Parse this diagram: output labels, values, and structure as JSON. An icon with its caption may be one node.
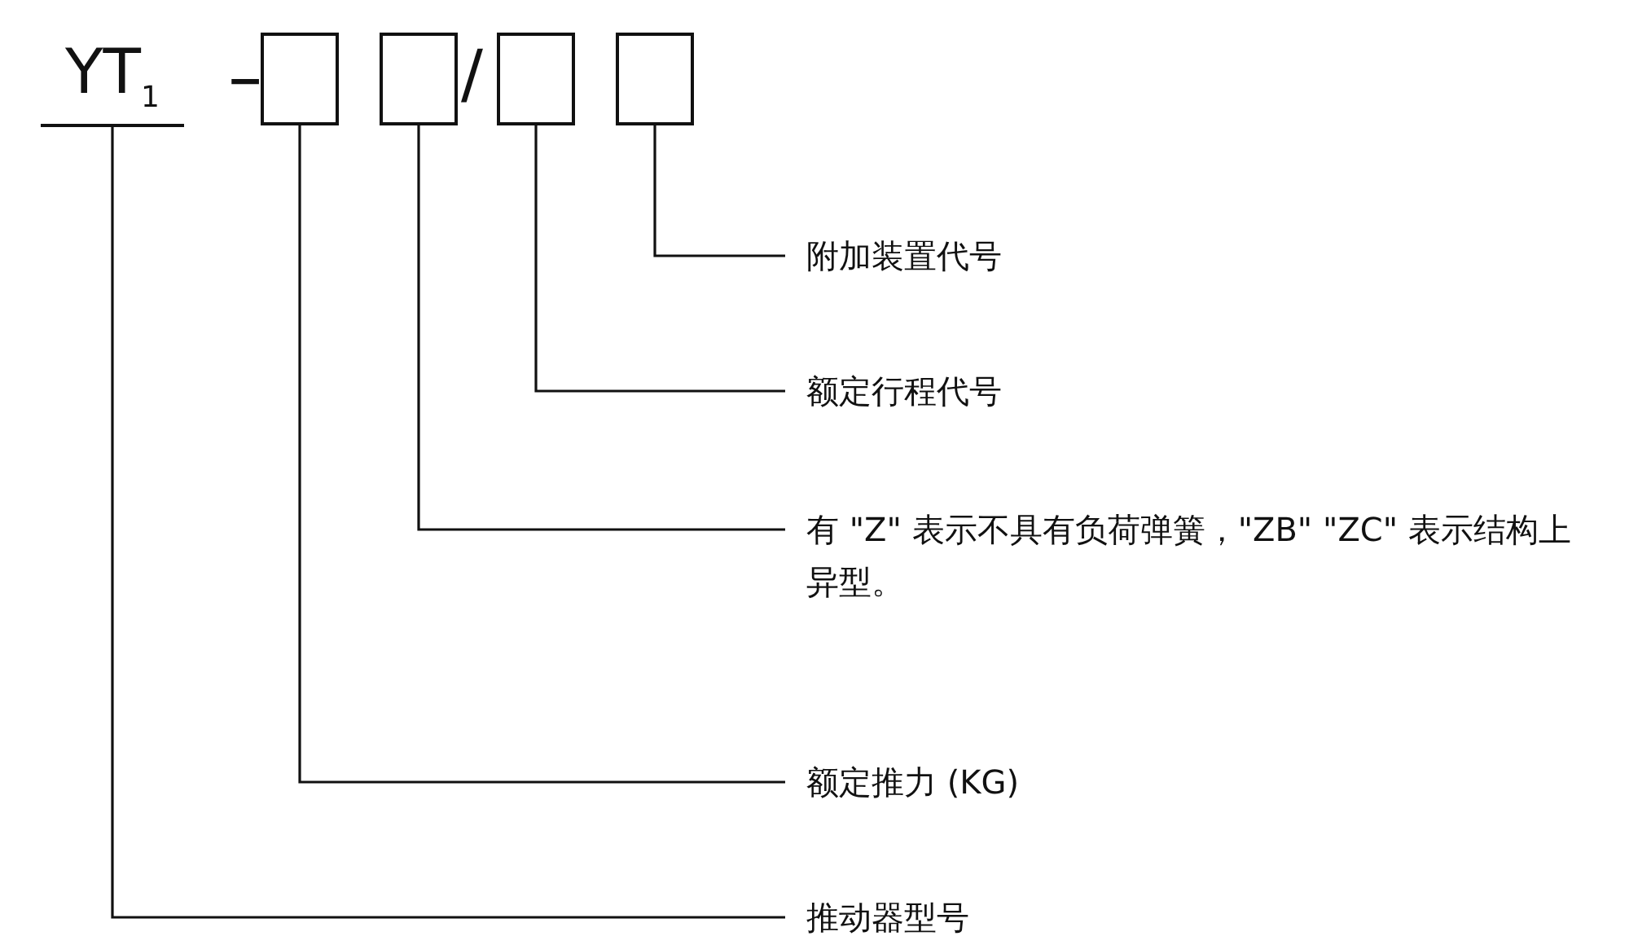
{
  "diagram": {
    "nodes": [
      {
        "text": [
          "YT$_{1}$"
        ]
      },
      {
        "text": [],
        "shape": "box"
      },
      {
        "text": [],
        "shape": "box"
      },
      {
        "text": [],
        "shape": "box"
      },
      {
        "text": [],
        "shape": "box"
      },
      {
        "text": [
          "附加装置代号"
        ]
      },
      {
        "text": [
          "额定行程代号"
        ]
      },
      {
        "text": [
          "有 \"Z\" 表示不具有负荷弹簧，\"ZB\" \"ZC\" 表示结构上异型。"
        ]
      },
      {
        "text": [
          "额定推力 (KG)"
        ]
      },
      {
        "text": [
          "推动器型号"
        ]
      }
    ],
    "edges": [
      {
        "from": 5,
        "to": 4,
        "arrow": "none"
      },
      {
        "from": 6,
        "to": 3,
        "arrow": "none"
      },
      {
        "from": 7,
        "to": 2,
        "arrow": "none"
      },
      {
        "from": 8,
        "to": 1,
        "arrow": "none"
      },
      {
        "from": 9,
        "to": 0,
        "arrow": "none"
      }
    ],
    "labels": [
      "-",
      "/"
    ]
  }
}
